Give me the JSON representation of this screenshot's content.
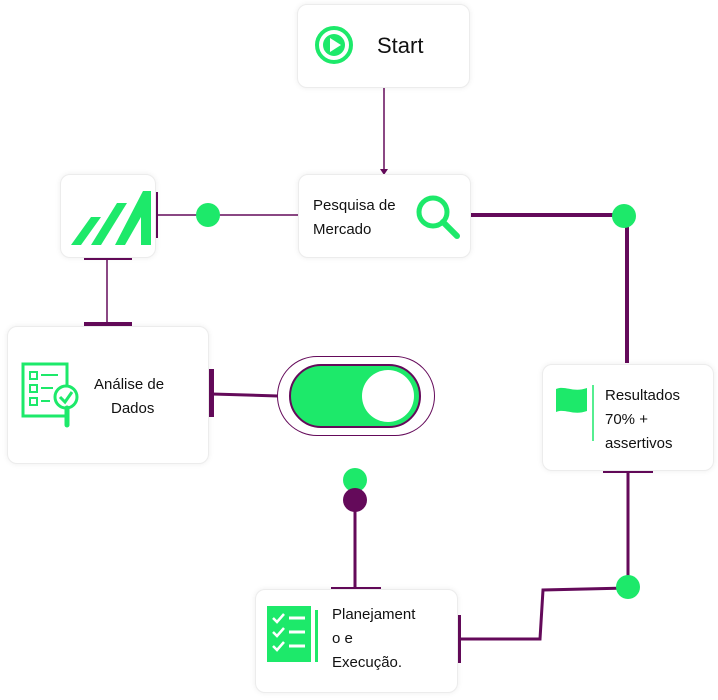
{
  "nodes": {
    "start": "Start",
    "market_research": {
      "line1": "Pesquisa de",
      "line2": "Mercado"
    },
    "data_analysis": {
      "line1": "Análise de",
      "line2": "Dados"
    },
    "results": {
      "line1": "Resultados",
      "line2": "70% +",
      "line3": "assertivos"
    },
    "planning": {
      "line1": "Planejament",
      "line2": "o e",
      "line3": "Execução."
    }
  },
  "icons": {
    "start": "play-icon",
    "logo": "brand-logo-icon",
    "market_research": "search-icon",
    "data_analysis": "checklist-magnifier-icon",
    "results": "flag-icon",
    "planning": "task-list-icon",
    "toggle": "toggle-switch-icon"
  },
  "toggle": {
    "state": "on"
  },
  "colors": {
    "accent": "#1de96a",
    "connector": "#640a5a",
    "text": "#111111",
    "card_border": "#ececec"
  }
}
